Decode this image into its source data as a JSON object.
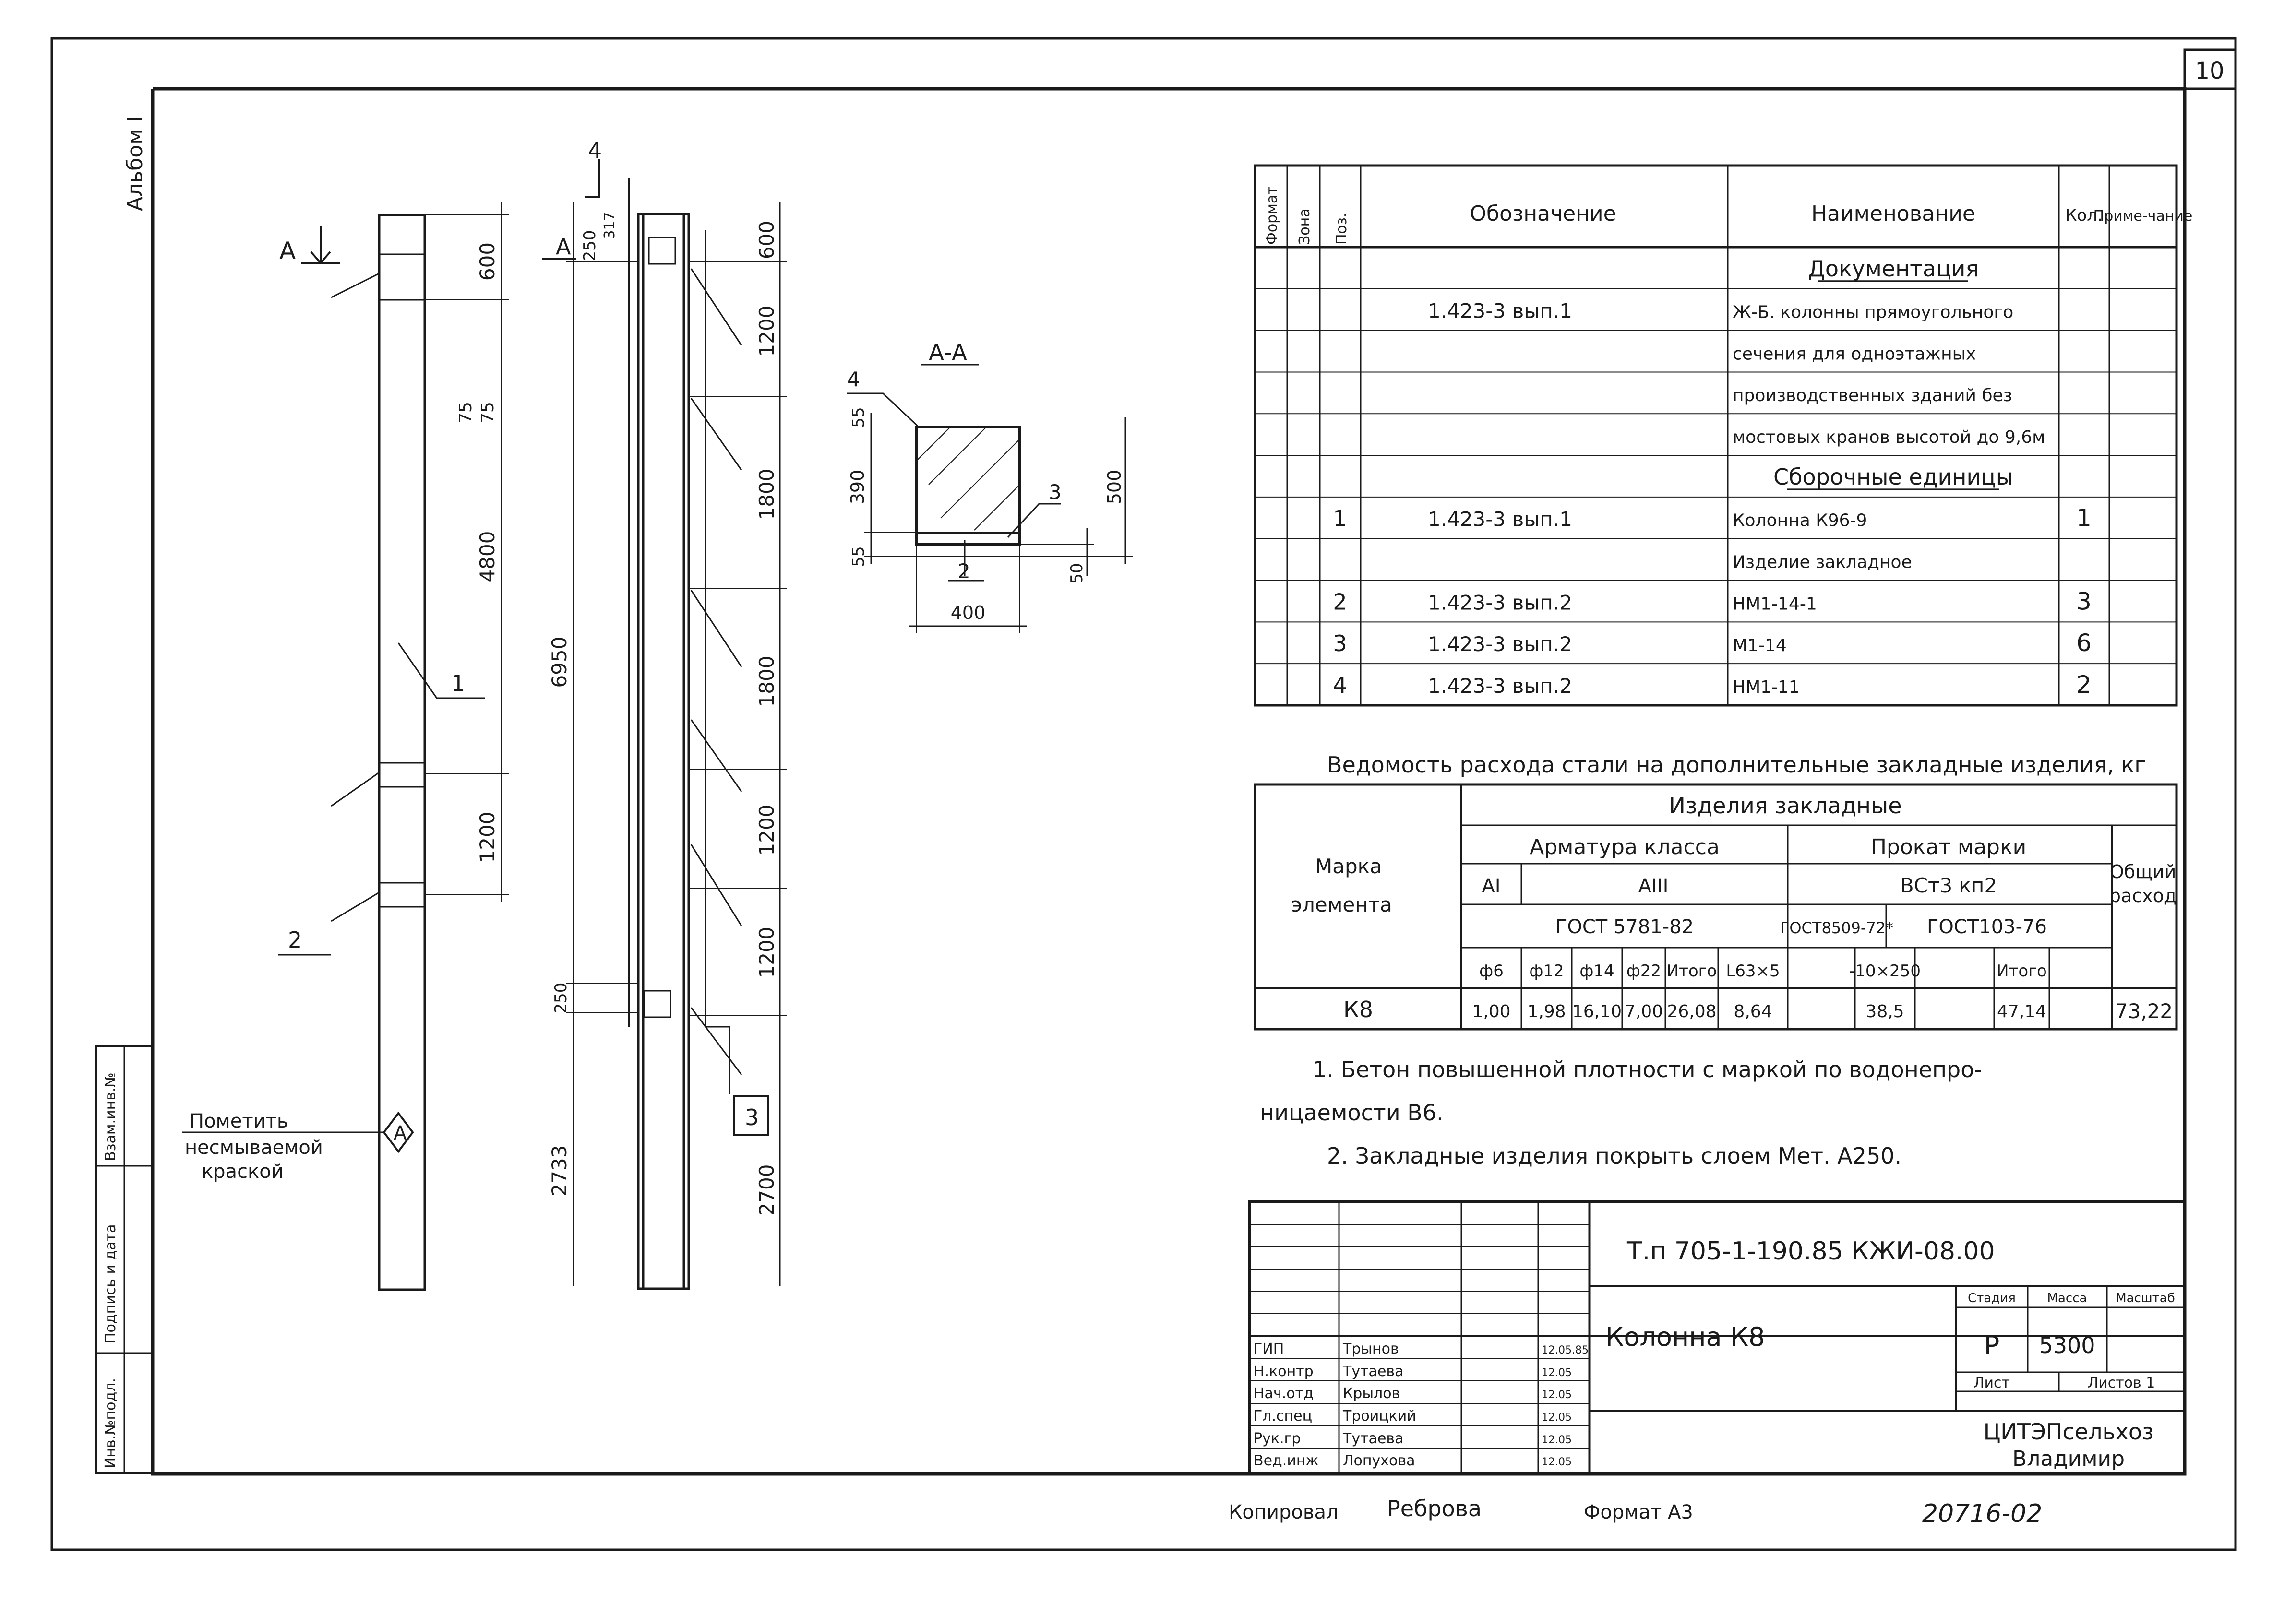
{
  "sheet": {
    "page_number": "10",
    "album": "Альбом I",
    "left_stamp": [
      "Инв.№подл.",
      "Подпись и дата",
      "Взам.инв.№"
    ]
  },
  "drawing": {
    "section_marker": "А",
    "section_title": "А-А",
    "note_mark": "Пометить несмываемой краской",
    "mark_symbol": "А",
    "col1_dims": [
      "600",
      "75",
      "75",
      "4800",
      "1200"
    ],
    "col2_dims": [
      "250",
      "317",
      "6950",
      "250",
      "2733"
    ],
    "col3_dims": [
      "600",
      "1200",
      "1800",
      "1800",
      "1200",
      "1200",
      "2700"
    ],
    "section_dims": [
      "55",
      "390",
      "55",
      "500",
      "50",
      "400"
    ],
    "leaders": [
      "1",
      "2",
      "3",
      "4",
      "2",
      "3",
      "4"
    ]
  },
  "spec_table": {
    "headers": [
      "Формат",
      "Зона",
      "Поз.",
      "Обозначение",
      "Наименование",
      "Кол.",
      "Приме-чание"
    ],
    "rows": [
      {
        "pos": "",
        "designation": "",
        "name": "Документация",
        "qty": "",
        "title": true
      },
      {
        "pos": "",
        "designation": "1.423-3 вып.1",
        "name": "Ж-Б. колонны прямоугольного",
        "qty": ""
      },
      {
        "pos": "",
        "designation": "",
        "name": "сечения для одноэтажных",
        "qty": ""
      },
      {
        "pos": "",
        "designation": "",
        "name": "производственных зданий без",
        "qty": ""
      },
      {
        "pos": "",
        "designation": "",
        "name": "мостовых кранов высотой до 9,6м",
        "qty": ""
      },
      {
        "pos": "",
        "designation": "",
        "name": "Сборочные единицы",
        "qty": "",
        "title": true
      },
      {
        "pos": "1",
        "designation": "1.423-3 вып.1",
        "name": "Колонна К96-9",
        "qty": "1"
      },
      {
        "pos": "",
        "designation": "",
        "name": "Изделие закладное",
        "qty": ""
      },
      {
        "pos": "2",
        "designation": "1.423-3 вып.2",
        "name": "НМ1-14-1",
        "qty": "3"
      },
      {
        "pos": "3",
        "designation": "1.423-3 вып.2",
        "name": "М1-14",
        "qty": "6"
      },
      {
        "pos": "4",
        "designation": "1.423-3 вып.2",
        "name": "НМ1-11",
        "qty": "2"
      }
    ]
  },
  "steel_table": {
    "title": "Ведомость расхода стали на дополнительные закладные изделия, кг",
    "h_element": "Марка элемента",
    "h_items": "Изделия закладные",
    "h_rebar": "Арматура класса",
    "h_rolled": "Прокат марки",
    "h_total": "Общий расход",
    "h_AI": "АI",
    "h_AIII": "АIII",
    "h_vst": "ВСт3 кп2",
    "h_gost1": "ГОСТ 5781-82",
    "h_gost2": "ГОСТ8509-72*",
    "h_gost3": "ГОСТ103-76",
    "cols": [
      "ф6",
      "ф12",
      "ф14",
      "ф22",
      "Итого",
      "L63×5",
      "",
      "-10×250",
      "",
      "Итого"
    ],
    "row": {
      "mark": "К8",
      "values": [
        "1,00",
        "1,98",
        "16,10",
        "7,00",
        "26,08",
        "8,64",
        "",
        "38,5",
        "",
        "47,14"
      ],
      "total": "73,22"
    }
  },
  "notes": [
    "1. Бетон повышенной плотности с маркой по водонепро-",
    "ницаемости В6.",
    "2. Закладные изделия покрыть слоем Мет. А250."
  ],
  "title_block": {
    "code": "Т.п 705-1-190.85 КЖИ-08.00",
    "name": "Колонна К8",
    "stage_label": "Стадия",
    "mass_label": "Масса",
    "scale_label": "Масштаб",
    "stage": "Р",
    "mass": "5300",
    "sheet_label": "Лист",
    "sheets_label": "Листов 1",
    "org": "ЦИТЭПсельхоз",
    "city": "Владимир",
    "roles": [
      "ГИП",
      "Н.контр",
      "Нач.отд",
      "Гл.спец",
      "Рук.гр",
      "Вед.инж"
    ],
    "names": [
      "Трынов",
      "Тутаева",
      "Крылов",
      "Троицкий",
      "Тутаева",
      "Лопухова"
    ],
    "dates": [
      "12.05.85",
      "12.05",
      "12.05",
      "12.05",
      "12.05",
      "12.05"
    ]
  },
  "footer": {
    "copied_label": "Копировал",
    "copied_by": "Реброва",
    "format": "Формат А3",
    "inv_number": "20716-02"
  }
}
